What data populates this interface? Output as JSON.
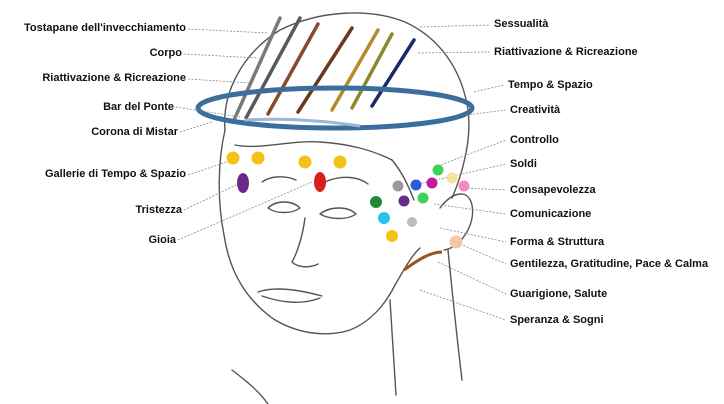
{
  "labels_left": [
    "Tostapane dell'invecchiamento",
    "Corpo",
    "Riattivazione & Ricreazione",
    "Bar del Ponte",
    "Corona di Mistar",
    "Gallerie di Tempo & Spazio",
    "Tristezza",
    "Gioia"
  ],
  "labels_right": [
    "Sessualità",
    "Riattivazione & Ricreazione",
    "Tempo & Spazio",
    "Creatività",
    "Controllo",
    "Soldi",
    "Consapevolezza",
    "Comunicazione",
    "Forma & Struttura",
    "Gentilezza, Gratitudine, Pace & Calma",
    "Guarigione, Salute",
    "Speranza & Sogni"
  ],
  "colors": {
    "text": "#111111",
    "outline": "#555555",
    "band": "#3c6e9c",
    "leader": "#888888",
    "strip_colors": [
      "#7a7a7a",
      "#5a5a5a",
      "#8b4a2b",
      "#6b3a1a",
      "#b58a2a",
      "#8a8a2a",
      "#1c2a6b"
    ],
    "neck_strip": "#a0521d",
    "point_yellow": "#f3c21a",
    "point_purple": "#6a2a8a",
    "point_red": "#d62020",
    "point_dark_green": "#1e8a3a",
    "point_blue": "#2a5ad6",
    "point_magenta": "#c21a9e",
    "point_pink": "#f28cc0",
    "point_cyan": "#29c3e6",
    "point_light_green": "#3fd25a",
    "point_gray": "#9a9a9a",
    "point_light_yellow": "#f6e49a",
    "point_peach": "#f4c7a8"
  }
}
